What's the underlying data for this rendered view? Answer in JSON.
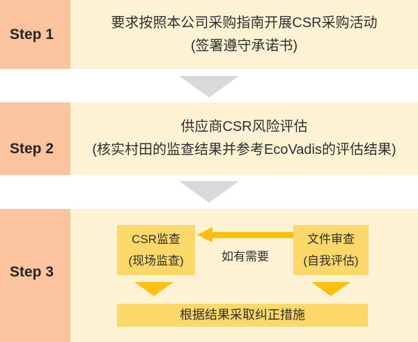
{
  "palette": {
    "label_bg": "#fcc49e",
    "row_bg": "#fdf2d4",
    "box_bg": "#fbd869",
    "accent": "#fcbf10",
    "chevron": "#d9d9d9",
    "text": "#2f2f2f"
  },
  "steps": [
    {
      "label": "Step 1",
      "line1": "要求按照本公司采购指南开展CSR采购活动",
      "line2": "(签署遵守承诺书)"
    },
    {
      "label": "Step 2",
      "line1": "供应商CSR风险评估",
      "line2": "(核实村田的监查结果并参考EcoVadis的评估结果)"
    },
    {
      "label": "Step 3"
    }
  ],
  "step3": {
    "csr_audit": {
      "line1": "CSR监查",
      "line2": "(现场监查)"
    },
    "doc_review": {
      "line1": "文件审查",
      "line2": "(自我评估)"
    },
    "arrow_label": "如有需要",
    "result": "根据结果采取纠正措施"
  }
}
